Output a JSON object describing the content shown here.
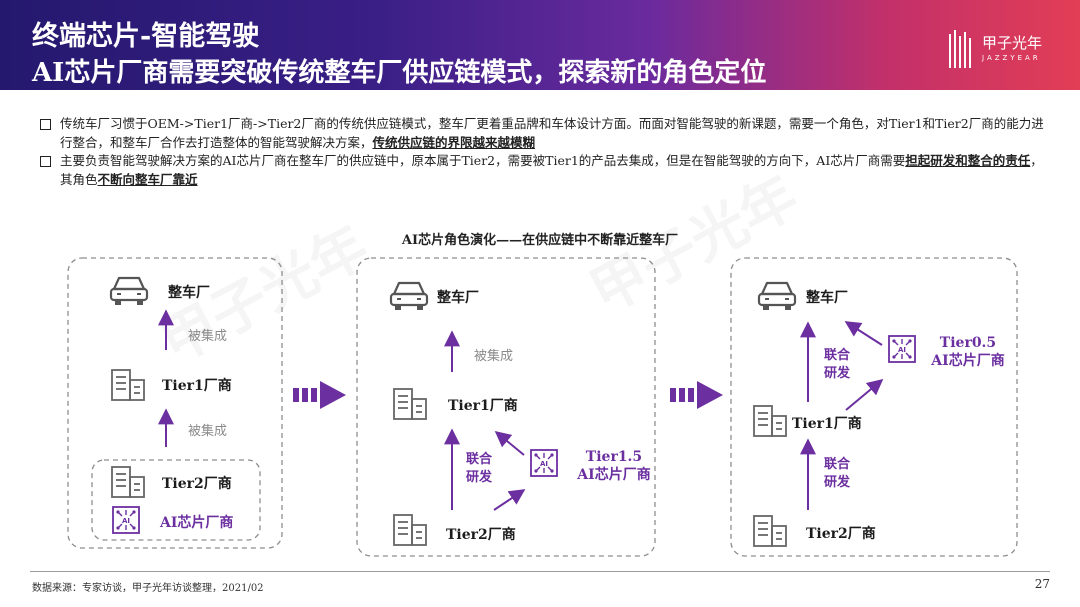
{
  "header": {
    "title_line1": "终端芯片-智能驾驶",
    "title_line2": "AI芯片厂商需要突破传统整车厂供应链模式，探索新的角色定位",
    "logo_text": "甲子光年",
    "logo_sub": "JAZZYEAR"
  },
  "bullets": [
    {
      "text_a": "传统车厂习惯于OEM->Tier1厂商->Tier2厂商的传统供应链模式，整车厂更着重品牌和车体设计方面。而面对智能驾驶的新课题，需要一个角色，对Tier1和Tier2厂商的能力进行整合，和整车厂合作去打造整体的智能驾驶解决方案，",
      "emphasis": "传统供应链的界限越来越模糊"
    },
    {
      "text_a": "主要负责智能驾驶解决方案的AI芯片厂商在整车厂的供应链中，原本属于Tier2，需要被Tier1的产品去集成，但是在智能驾驶的方向下，AI芯片厂商需要",
      "emphasis1": "担起研发和整合的责任",
      "text_b": "，其角色",
      "emphasis2": "不断向整车厂靠近"
    }
  ],
  "diagram": {
    "title": "AI芯片角色演化——在供应链中不断靠近整车厂",
    "panel1": {
      "oem": "整车厂",
      "integrated1": "被集成",
      "tier1": "Tier1厂商",
      "integrated2": "被集成",
      "tier2": "Tier2厂商",
      "ai": "AI芯片厂商"
    },
    "panel2": {
      "oem": "整车厂",
      "integrated": "被集成",
      "tier1": "Tier1厂商",
      "joint": "联合研发",
      "role_tier": "Tier1.5",
      "role_name": "AI芯片厂商",
      "tier2": "Tier2厂商"
    },
    "panel3": {
      "oem": "整车厂",
      "joint1": "联合研发",
      "role_tier": "Tier0.5",
      "role_name": "AI芯片厂商",
      "tier1": "Tier1厂商",
      "joint2": "联合研发",
      "tier2": "Tier2厂商"
    }
  },
  "footer": {
    "source": "数据来源：专家访谈，甲子光年访谈整理，2021/02",
    "page": "27"
  },
  "colors": {
    "accent": "#6b2fa0",
    "header_start": "#24186e",
    "header_end": "#e23e55"
  }
}
